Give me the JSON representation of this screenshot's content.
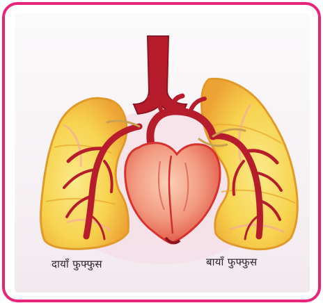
{
  "labels": {
    "right_lung": "दायाँ फुफ्फुस",
    "left_lung": "बायाँ फुफ्फुस"
  },
  "colors": {
    "frame_border": "#e8237a",
    "lung_fill": "#f7d85a",
    "lung_edge": "#e7a52a",
    "lung_pink": "#f4a3a8",
    "heart_fill": "#f08a78",
    "heart_edge": "#d8322f",
    "vessel": "#b71c2c",
    "vessel_dark": "#8d1422"
  },
  "icons": {
    "diagram": "heart-and-lungs-illustration"
  }
}
